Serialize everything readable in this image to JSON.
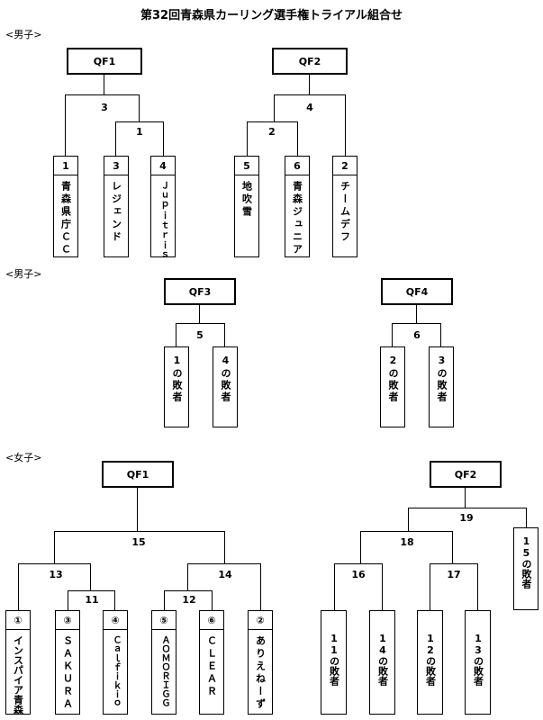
{
  "title": "第32回青森県カーリング選手権トライアル組合せ",
  "sections": {
    "men1": "<男子>",
    "men2": "<男子>",
    "women": "<女子>"
  },
  "men_qf1": {
    "label": "QF1",
    "top": "3",
    "inner": "1",
    "teams": [
      {
        "seed": "1",
        "name": "青森県庁ＣＣ"
      },
      {
        "seed": "3",
        "name": "レジェンド"
      },
      {
        "seed": "4",
        "name": "Ｊｕｐｉｔｒｉｓ"
      }
    ]
  },
  "men_qf2": {
    "label": "QF2",
    "top": "4",
    "inner": "2",
    "teams": [
      {
        "seed": "5",
        "name": "地吹雪"
      },
      {
        "seed": "6",
        "name": "青森ジュニア"
      },
      {
        "seed": "2",
        "name": "チームデフ"
      }
    ]
  },
  "men_qf3": {
    "label": "QF3",
    "top": "5",
    "boxes": [
      "1の敗者",
      "4の敗者"
    ]
  },
  "men_qf4": {
    "label": "QF4",
    "top": "6",
    "boxes": [
      "2の敗者",
      "3の敗者"
    ]
  },
  "women_qf1": {
    "label": "QF1",
    "n15": "15",
    "n13": "13",
    "n11": "11",
    "n14": "14",
    "n12": "12",
    "teams": [
      {
        "seed": "①",
        "name": "インスパイア青森"
      },
      {
        "seed": "③",
        "name": "ＳＡＫＵＲＡ"
      },
      {
        "seed": "④",
        "name": "Ｃａｌｆｉｋｉｏ"
      },
      {
        "seed": "⑤",
        "name": "ＡＯＭＯＲＩＧＧ"
      },
      {
        "seed": "⑥",
        "name": "ＣＬＥＡＲ"
      },
      {
        "seed": "②",
        "name": "ありえねーず"
      }
    ]
  },
  "women_qf2": {
    "label": "QF2",
    "n19": "19",
    "n18": "18",
    "n16": "16",
    "n17": "17",
    "side_box": "15の敗者",
    "boxes": [
      "11の敗者",
      "14の敗者",
      "12の敗者",
      "13の敗者"
    ]
  }
}
